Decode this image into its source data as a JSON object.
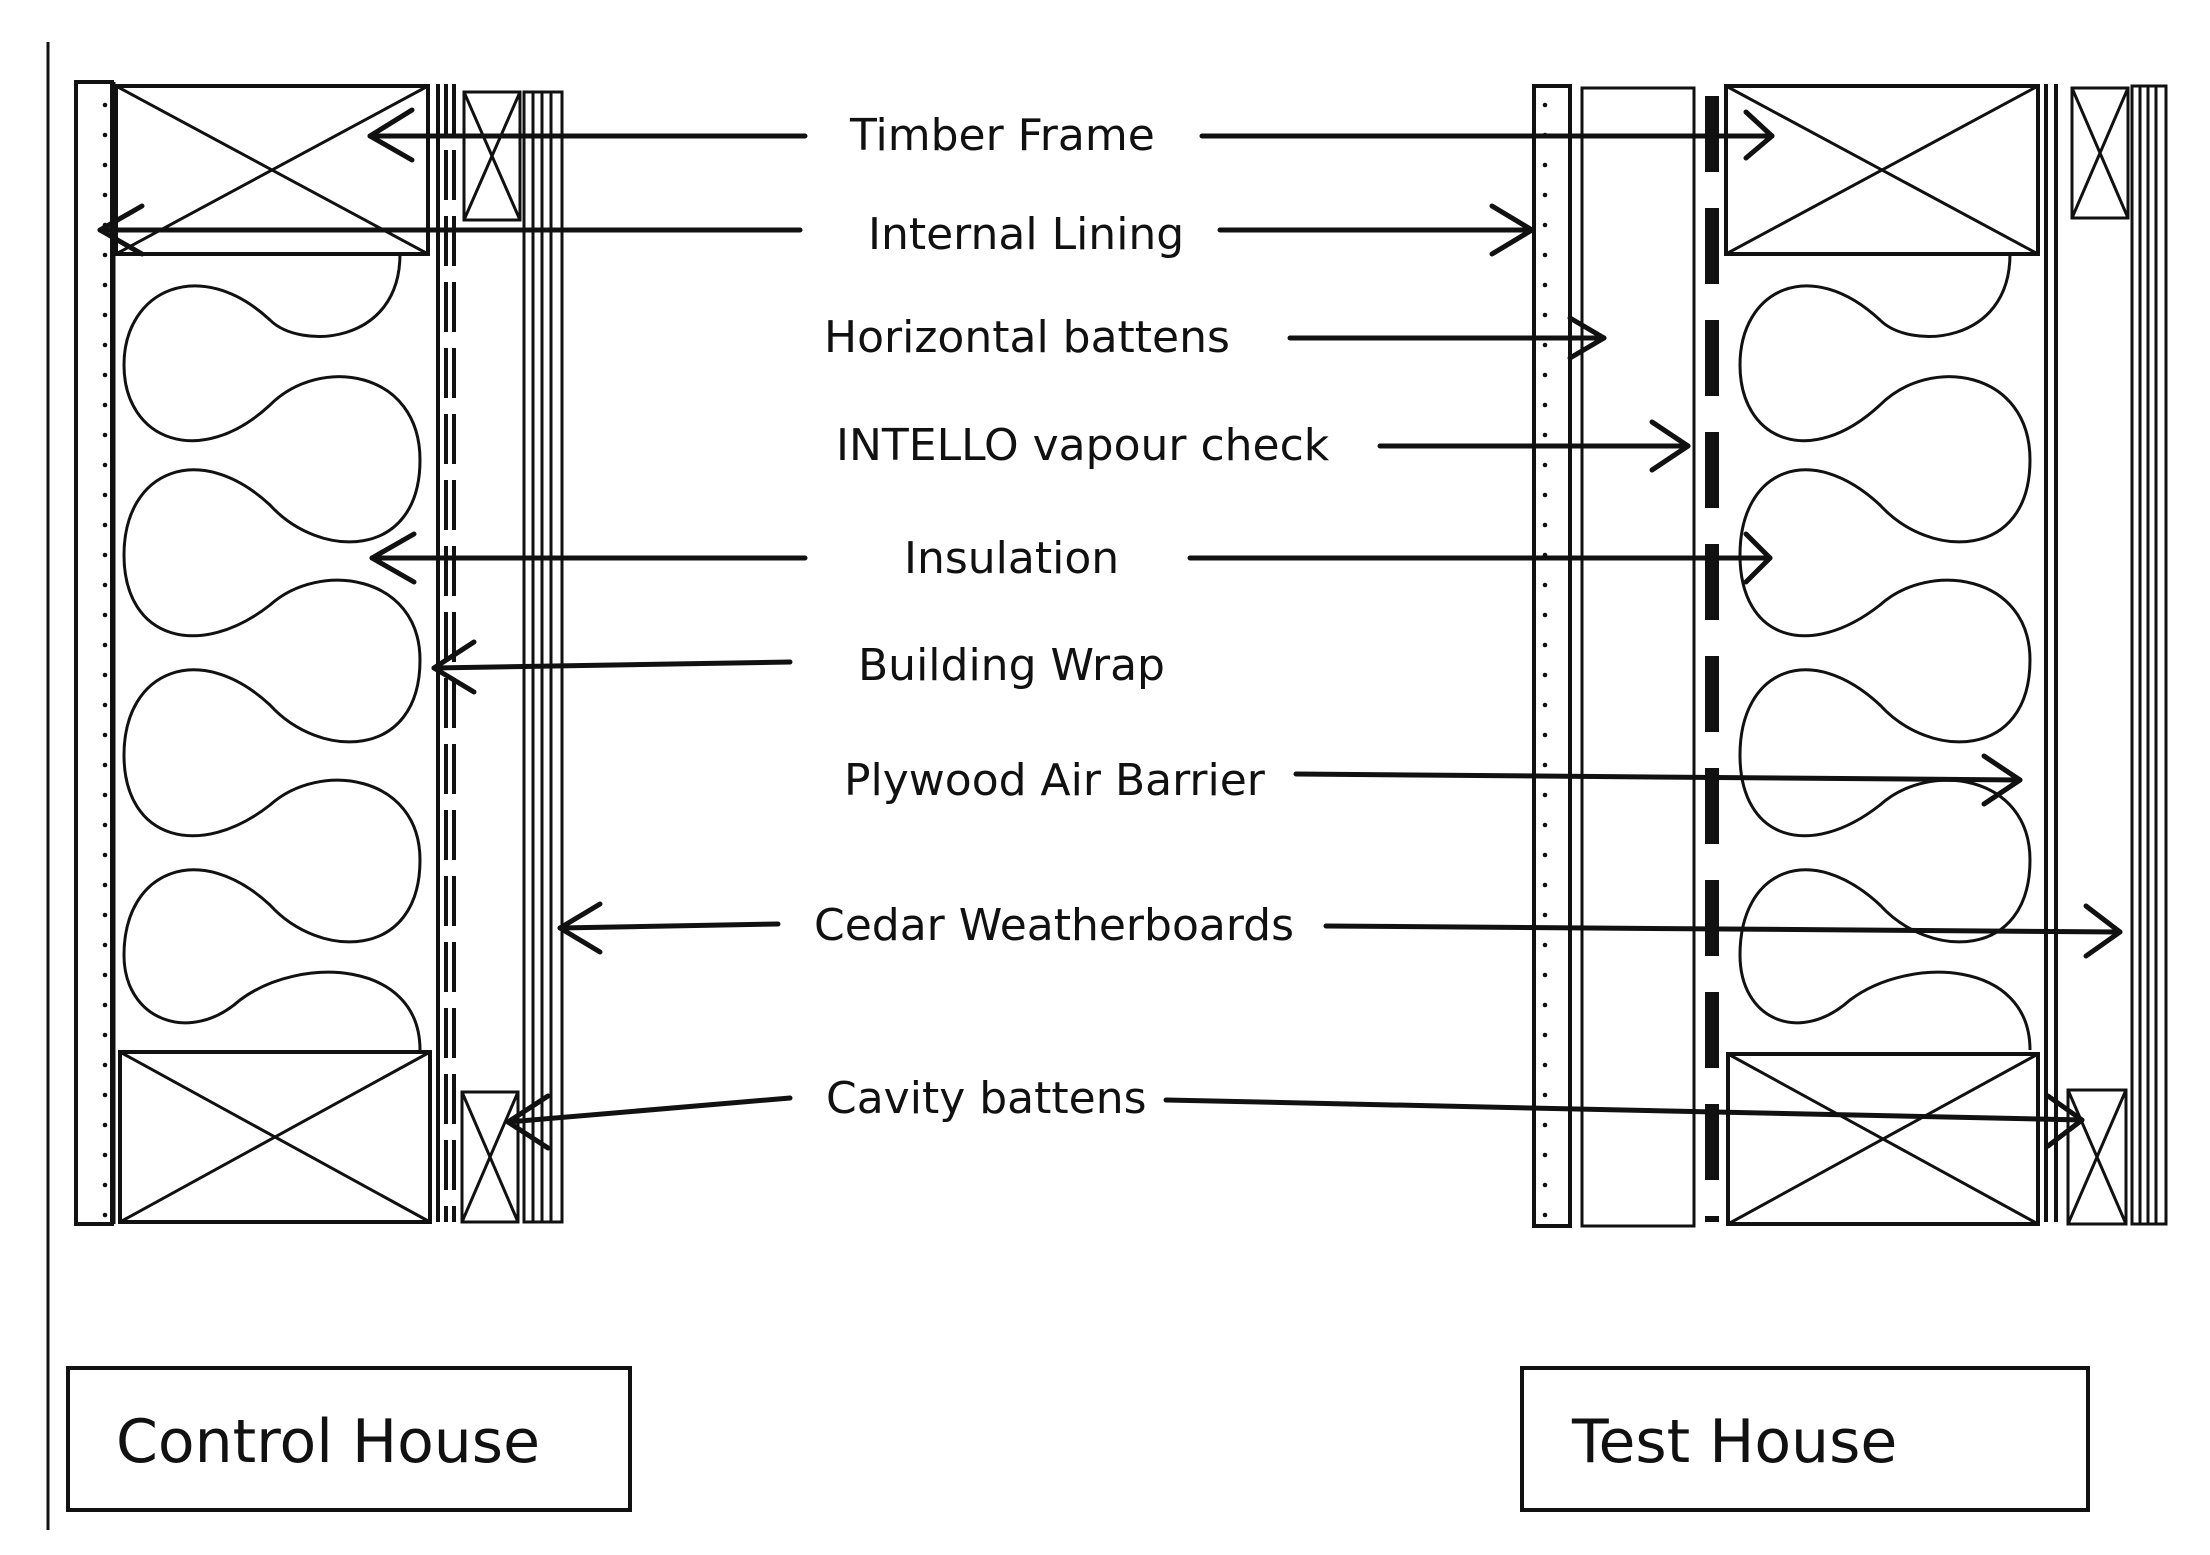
{
  "labels": {
    "timber_frame": "Timber Frame",
    "internal_lining": "Internal Lining",
    "horizontal_battens": "Horizontal battens",
    "intello_vapour_check": "INTELLO vapour check",
    "insulation": "Insulation",
    "building_wrap": "Building Wrap",
    "plywood_air_barrier": "Plywood Air Barrier",
    "cedar_weatherboards": "Cedar Weatherboards",
    "cavity_battens": "Cavity battens"
  },
  "captions": {
    "control": "Control House",
    "test": "Test House"
  },
  "colors": {
    "ink": "#111111",
    "background": "#ffffff"
  }
}
